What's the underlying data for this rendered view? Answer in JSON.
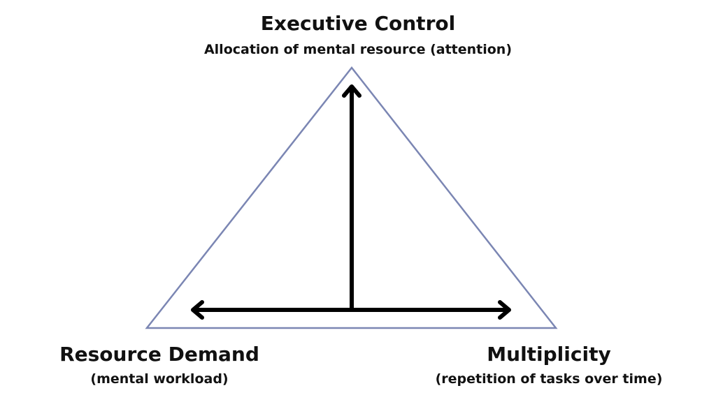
{
  "vertices": {
    "top": {
      "title": "Executive Control",
      "subtitle": "Allocation of mental resource (attention)"
    },
    "left": {
      "title": "Resource Demand",
      "subtitle": "(mental workload)"
    },
    "right": {
      "title": "Multiplicity",
      "subtitle": "(repetition of tasks over time)"
    }
  },
  "colors": {
    "triangle_stroke": "#7b86b3",
    "arrow": "#000000",
    "text": "#111111",
    "background": "#ffffff"
  }
}
